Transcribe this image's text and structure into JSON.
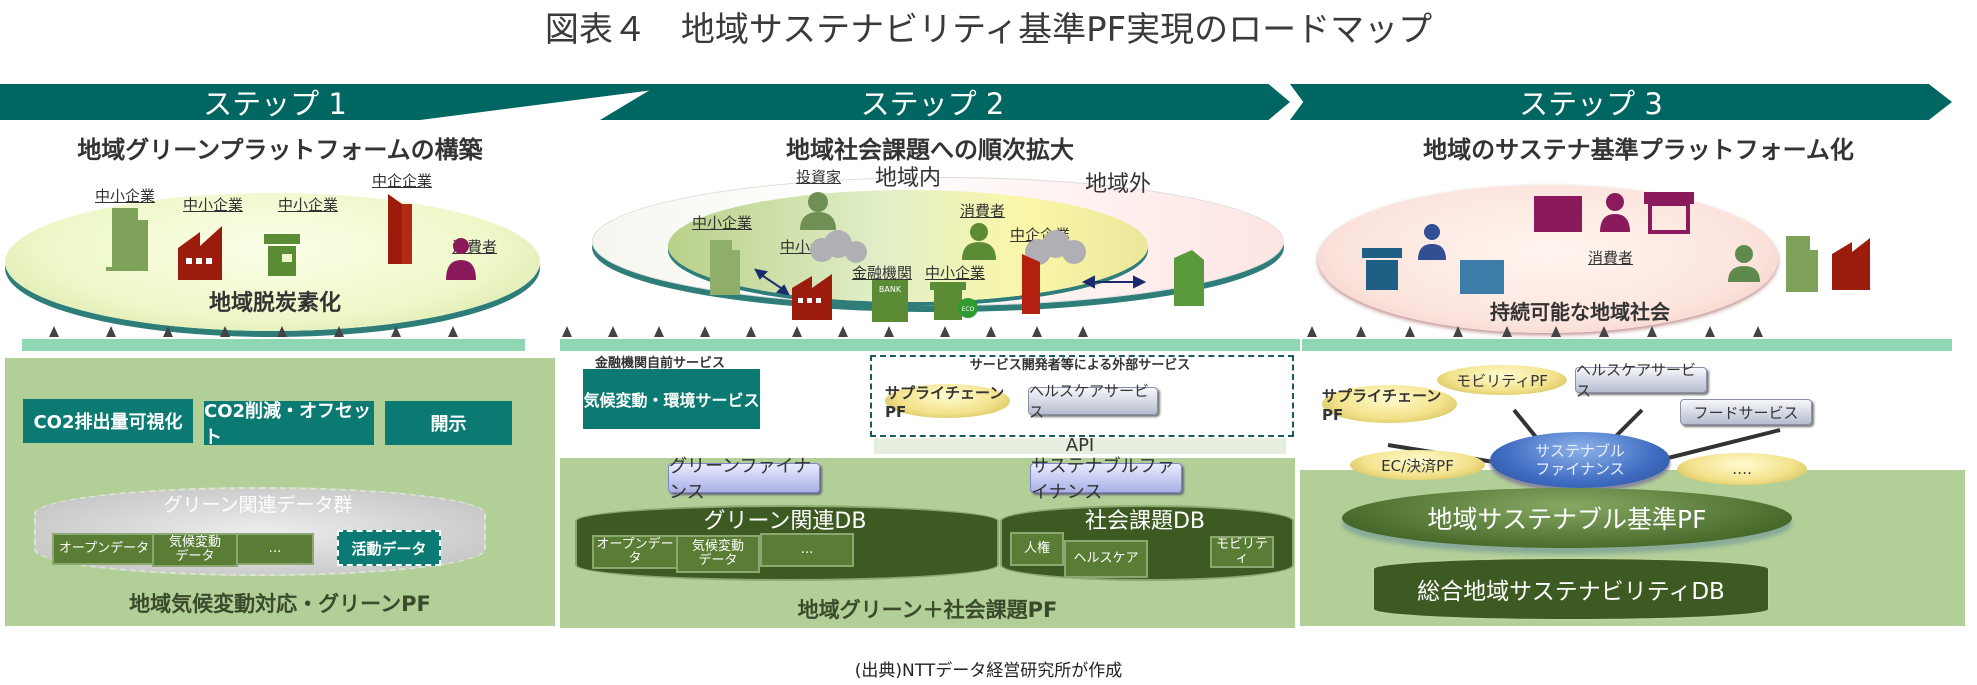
{
  "title": "図表４　地域サステナビリティ基準PF実現のロードマップ",
  "source": "(出典)NTTデータ経営研究所が作成",
  "colors": {
    "banner": "#006661",
    "teal_box": "#0b7a72",
    "panel_green": "#b3cf98",
    "bar_green": "#8fd6b2",
    "db_dark": "#3d5a22"
  },
  "steps": [
    {
      "label": "ステップ 1",
      "heading": "地域グリーンプラットフォームの構築",
      "scene": {
        "center_label": "地域脱炭素化",
        "actors": [
          {
            "label": "中小企業",
            "icon": "office-building-icon",
            "color": "#7fa25a"
          },
          {
            "label": "中小企業",
            "icon": "factory-icon",
            "color": "#9b1c0c"
          },
          {
            "label": "中小企業",
            "icon": "shop-icon",
            "color": "#5b8c35"
          },
          {
            "label": "中企企業",
            "icon": "tall-building-icon",
            "color": "#9b1c0c"
          },
          {
            "label": "消費者",
            "icon": "person-icon",
            "color": "#8a1a5c"
          }
        ]
      },
      "services": [
        "CO2排出量可視化",
        "CO2削減・オフセット",
        "開示"
      ],
      "data_group": {
        "label": "グリーン関連データ群",
        "items": [
          "オープンデータ",
          "気候変動\nデータ",
          "…"
        ],
        "activity": "活動データ"
      },
      "platform": "地域気候変動対応・グリーンPF"
    },
    {
      "label": "ステップ 2",
      "heading": "地域社会課題への順次拡大",
      "scene": {
        "inner_label": "地域内",
        "outer_label": "地域外",
        "actors": [
          {
            "label": "投資家",
            "icon": "person-icon"
          },
          {
            "label": "中小企業",
            "icon": "office-building-icon"
          },
          {
            "label": "中小企業",
            "icon": "factory-icon"
          },
          {
            "label": "金融機関",
            "icon": "bank-icon"
          },
          {
            "label": "中小企業",
            "icon": "shop-icon"
          },
          {
            "label": "消費者",
            "icon": "person-icon"
          },
          {
            "label": "中企企業",
            "icon": "tall-building-icon"
          }
        ],
        "bank_sign": "BANK",
        "eco_badge": "ECO"
      },
      "own_services": {
        "label": "金融機関自前サービス",
        "items": [
          "気候変動・環境サービス"
        ]
      },
      "external_services": {
        "label": "サービス開発者等による外部サービス",
        "items": [
          "サプライチェーンPF",
          "ヘルスケアサービス"
        ]
      },
      "api": "API",
      "finance": [
        "グリーンファイナンス",
        "サステナブルファイナンス"
      ],
      "dbs": [
        {
          "label": "グリーン関連DB",
          "items": [
            "オープンデータ",
            "気候変動\nデータ",
            "…"
          ]
        },
        {
          "label": "社会課題DB",
          "items": [
            "人権",
            "ヘルスケア",
            "モビリティ"
          ]
        }
      ],
      "platform": "地域グリーン＋社会課題PF"
    },
    {
      "label": "ステップ 3",
      "heading": "地域のサステナ基準プラットフォーム化",
      "scene": {
        "center_label": "持続可能な地域社会",
        "consumer_label": "消費者"
      },
      "hub": "サステナブル\nファイナンス",
      "nodes": [
        "サプライチェーンPF",
        "モビリティPF",
        "ヘルスケアサービス",
        "フードサービス",
        "EC/決済PF",
        "…."
      ],
      "platform": "地域サステナブル基準PF",
      "db": "総合地域サステナビリティDB"
    }
  ]
}
